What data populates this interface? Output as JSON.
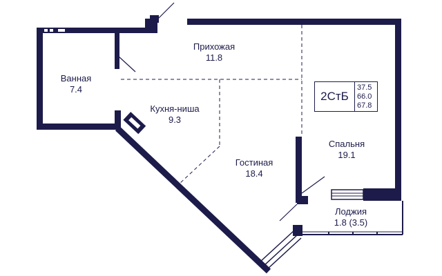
{
  "plan": {
    "type_code": "2СтБ",
    "areas": [
      "37.5",
      "66.0",
      "67.8"
    ],
    "wall_color": "#1c1b4a",
    "background": "#ffffff"
  },
  "rooms": [
    {
      "key": "bathroom",
      "name": "Ванная",
      "area": "7.4"
    },
    {
      "key": "hallway",
      "name": "Прихожая",
      "area": "11.8"
    },
    {
      "key": "kitchen",
      "name": "Кухня-ниша",
      "area": "9.3"
    },
    {
      "key": "living",
      "name": "Гостиная",
      "area": "18.4"
    },
    {
      "key": "bedroom",
      "name": "Спальня",
      "area": "19.1"
    },
    {
      "key": "loggia",
      "name": "Лоджия",
      "area": "1.8 (3.5)"
    }
  ]
}
